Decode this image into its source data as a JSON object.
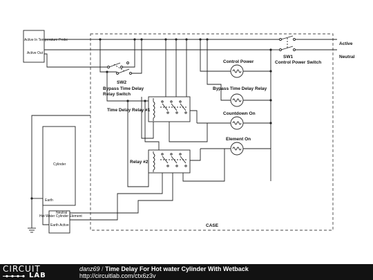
{
  "labels": {
    "active_temp_probe": "Active In Temperature Probe",
    "active_out": "Active Out",
    "active": "Active",
    "neutral": "Neutral",
    "sw1_name": "SW1",
    "sw1_desc": "Control Power Switch",
    "sw2_name": "SW2",
    "sw2_desc_1": "Bypass Time Delay",
    "sw2_desc_2": "Relay Switch",
    "control_power": "Control Power",
    "bypass_tdr": "Bypass Time Delay Relay",
    "countdown_on": "Countdown On",
    "element_on": "Element On",
    "tdr1": "Time Delay Relay #1",
    "relay2": "Relay #2",
    "cylinder": "Cylinder",
    "earth": "Earth",
    "neutral_small": "Neutral",
    "hw_element": "Hot Water Cylinder Element",
    "earth_active": "Earth Active",
    "case": "CASE"
  },
  "footer": {
    "logo_top": "CIRCUIT",
    "logo_bottom": "LAB",
    "author": "danz69",
    "separator": "/",
    "title": "Time Delay For Hot water Cylinder With Wetback",
    "url": "http://circuitlab.com/ctx6z3v"
  }
}
